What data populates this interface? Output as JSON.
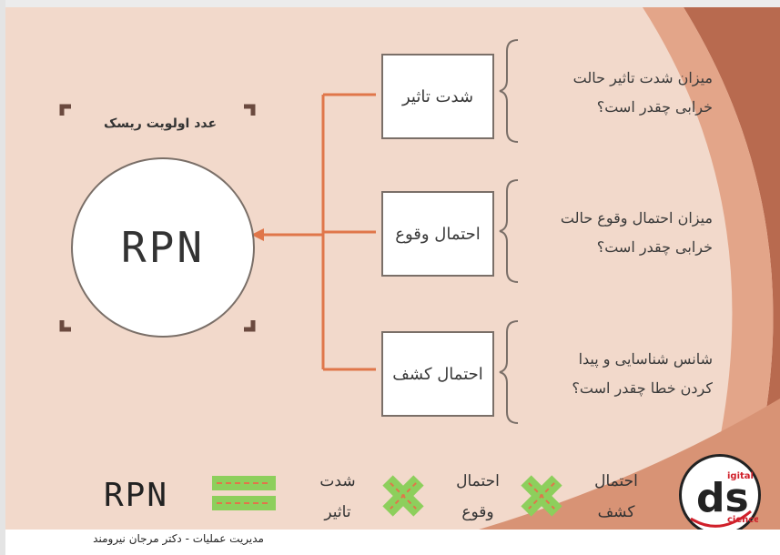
{
  "diagram": {
    "center_label": "RPN",
    "center_caption": "عدد اولویت ریسک",
    "parameters": [
      {
        "label": "شدت تاثیر",
        "question_line1": "میزان شدت تاثیر حالت",
        "question_line2": "خرابی چقدر است؟"
      },
      {
        "label": "احتمال وقوع",
        "question_line1": "میزان احتمال وقوع حالت",
        "question_line2": "خرابی چقدر است؟"
      },
      {
        "label": "احتمال کشف",
        "question_line1": "شانس شناسایی و پیدا",
        "question_line2": "کردن خطا چقدر است؟"
      }
    ]
  },
  "formula": {
    "result": "RPN",
    "factor1_line1": "شدت",
    "factor1_line2": "تاثیر",
    "factor2_line1": "احتمال",
    "factor2_line2": "وقوع",
    "factor3_line1": "احتمال",
    "factor3_line2": "کشف"
  },
  "logo": {
    "text_top": "igital",
    "text_bottom": "cience",
    "letters": "ds"
  },
  "footer": {
    "caption": "مدیریت عملیات  -  دکتر مرجان نیرومند"
  },
  "colors": {
    "background": "#f2d9cb",
    "accent": "#e0764a",
    "multiply": "#8dcf5c",
    "equals": "#8dcf5c"
  }
}
